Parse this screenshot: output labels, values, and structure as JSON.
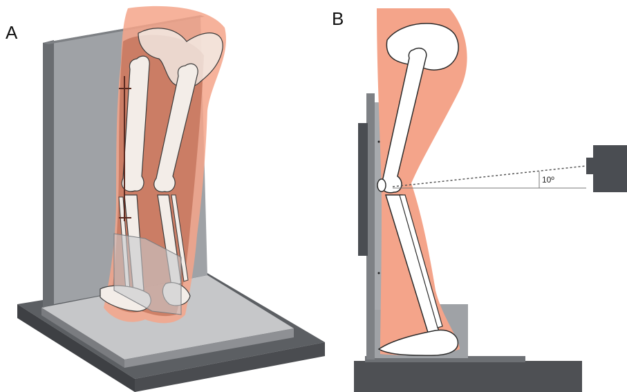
{
  "panels": {
    "a": {
      "label": "A"
    },
    "b": {
      "label": "B",
      "angle_label": "10º"
    }
  },
  "colors": {
    "skin": "#f4a48a",
    "bone_fill": "#f3ede8",
    "bone_stroke": "#3a3a3a",
    "plate": "#9fa2a6",
    "plate_dark": "#5f6266",
    "base_top": "#c9cacc",
    "base_side": "#4e5054",
    "camera": "#4a4d52"
  }
}
